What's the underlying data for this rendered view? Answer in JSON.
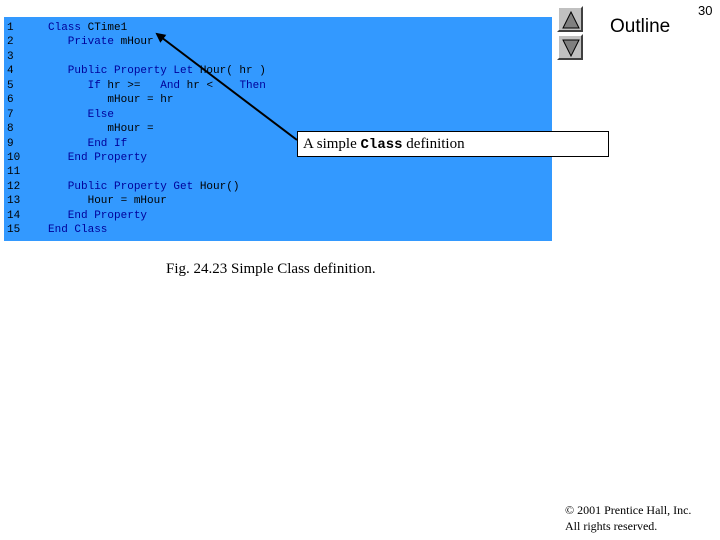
{
  "slide_number": "30",
  "outline_title": "Outline",
  "nav": {
    "up_icon": "triangle-up-icon",
    "down_icon": "triangle-down-icon"
  },
  "code": {
    "line_numbers": [
      "1",
      "2",
      "3",
      "4",
      "5",
      "6",
      "7",
      "8",
      "9",
      "10",
      "11",
      "12",
      "13",
      "14",
      "15"
    ],
    "lines": [
      [
        {
          "t": "kw",
          "s": "Class "
        },
        {
          "t": "tx",
          "s": "CTime1"
        }
      ],
      [
        {
          "t": "kw",
          "s": "   Private "
        },
        {
          "t": "tx",
          "s": "mHour"
        }
      ],
      [],
      [
        {
          "t": "kw",
          "s": "   Public Property Let "
        },
        {
          "t": "tx",
          "s": "Hour( hr )"
        }
      ],
      [
        {
          "t": "kw",
          "s": "      If "
        },
        {
          "t": "tx",
          "s": "hr >=   "
        },
        {
          "t": "kw",
          "s": "And "
        },
        {
          "t": "tx",
          "s": "hr <    "
        },
        {
          "t": "kw",
          "s": "Then"
        }
      ],
      [
        {
          "t": "tx",
          "s": "         mHour = hr"
        }
      ],
      [
        {
          "t": "kw",
          "s": "      Else"
        }
      ],
      [
        {
          "t": "tx",
          "s": "         mHour ="
        }
      ],
      [
        {
          "t": "kw",
          "s": "      End If"
        }
      ],
      [
        {
          "t": "kw",
          "s": "   End Property"
        }
      ],
      [],
      [
        {
          "t": "kw",
          "s": "   Public Property Get "
        },
        {
          "t": "tx",
          "s": "Hour()"
        }
      ],
      [
        {
          "t": "tx",
          "s": "      Hour = mHour"
        }
      ],
      [
        {
          "t": "kw",
          "s": "   End Property"
        }
      ],
      [
        {
          "t": "kw",
          "s": "End Class"
        }
      ]
    ]
  },
  "callout": {
    "prefix": "A simple ",
    "code_word": "Class",
    "suffix": " definition"
  },
  "caption": "Fig. 24.23  Simple Class definition.",
  "copyright": {
    "line1": "© 2001 Prentice Hall, Inc.",
    "line2": "All rights reserved."
  },
  "colors": {
    "panel_background": "#3399ff",
    "keyword": "#000099",
    "text": "#000000"
  }
}
